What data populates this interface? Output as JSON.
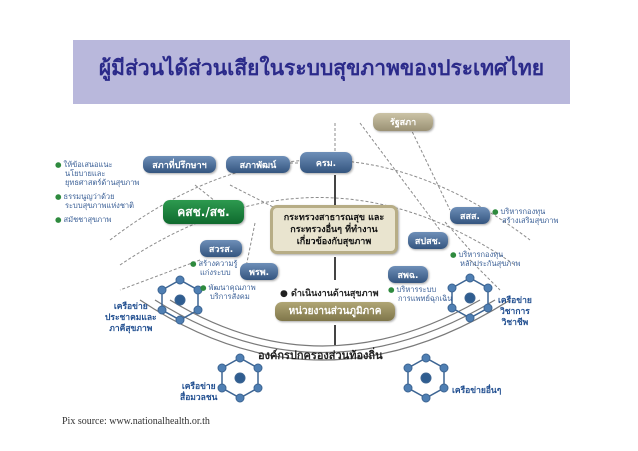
{
  "title": "ผู้มีส่วนได้ส่วนเสียในระบบสุขภาพของประเทศไทย",
  "source": "Pix source: www.nationalhealth.or.th",
  "nodes": {
    "government": "รัฐสภา",
    "advisory_council": "สภาที่ปรึกษาฯ",
    "development_council": "สภาพัฒน์",
    "cabinet": "ครม.",
    "nhc": "คสช./สช.",
    "ministry_center": [
      "กระทรวงสาธารณสุข และ",
      "กระทรวงอื่นๆ ที่ทำงาน",
      "เกี่ยวข้องกับสุขภาพ"
    ],
    "hsri": "สวรส.",
    "nhso": "สปสช.",
    "thaihealth": "สสส.",
    "pps": "พรพ.",
    "hss": "สพฉ.",
    "local_units": "หน่วยงานส่วนภูมิภาค",
    "local_gov": "องค์กรปกครองส่วนท้องถิ่น",
    "health_ops": "ดำเนินงานด้านสุขภาพ"
  },
  "notes": {
    "nhc_roles": [
      "ให้ข้อเสนอแนะ",
      "นโยบายและ",
      "ยุทธศาสตร์ด้านสุขภาพ",
      "ธรรมนูญว่าด้วย",
      "ระบบสุขภาพแห่งชาติ",
      "สมัชชาสุขภาพ"
    ],
    "hsri_role": [
      "สร้างความรู้",
      "แก่งระบบ"
    ],
    "pps_role": [
      "พัฒนาคุณภาพ",
      "บริการสังคม"
    ],
    "thaihealth_role": [
      "บริหารกองทุน",
      "สร้างเสริมสุขภาพ"
    ],
    "nhso_role": [
      "บริหารกองทุน",
      "หลักประกันสุขภาพ"
    ],
    "hss_role": [
      "บริหารระบบ",
      "การแพทย์ฉุกเฉิน"
    ]
  },
  "networks": {
    "civil": [
      "เครือข่าย",
      "ประชาคมและ",
      "ภาคีสุขภาพ"
    ],
    "academic": [
      "เครือข่าย",
      "วิชาการ",
      "วิชาชีพ"
    ],
    "media": [
      "เครือข่าย",
      "สื่อมวลชน"
    ],
    "others": "เครือข่ายอื่นๆ"
  },
  "colors": {
    "banner": "#b9b8dc",
    "title": "#2b2a8a",
    "accent_green": "#1c7a3a",
    "box_blue": "#34557f"
  }
}
